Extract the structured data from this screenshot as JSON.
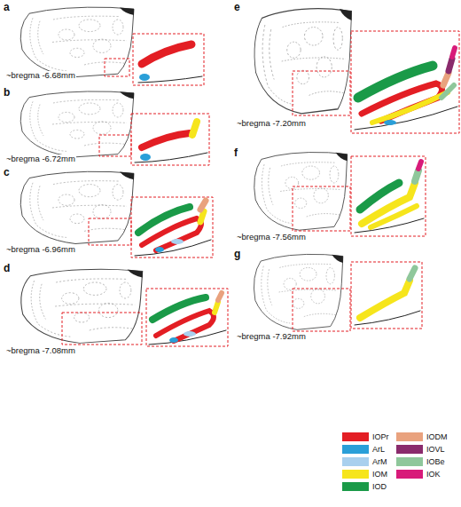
{
  "diagram": {
    "labels": [
      "a",
      "~bregma -6.68mm",
      "b",
      "~bregma -6.72mm",
      "c",
      "~bregma -6.96mm",
      "d",
      "~bregma -7.08mm",
      "e",
      "~bregma -7.20mm",
      "f",
      "~bregma -7.56mm",
      "g",
      "~bregma -7.92mm"
    ],
    "legend": [
      {
        "text": "IOPr",
        "color": "#e31e24"
      },
      {
        "text": "ArL",
        "color": "#2a9fd8"
      },
      {
        "text": "ArM",
        "color": "#a9d0ee"
      },
      {
        "text": "IOM",
        "color": "#f6e51c"
      },
      {
        "text": "IOD",
        "color": "#1a9a48"
      },
      {
        "text": "IODM",
        "color": "#e9a27e"
      },
      {
        "text": "IOVL",
        "color": "#8a2b6c"
      },
      {
        "text": "IOBe",
        "color": "#8fc79b"
      },
      {
        "text": "IOK",
        "color": "#d81b7a"
      }
    ]
  }
}
